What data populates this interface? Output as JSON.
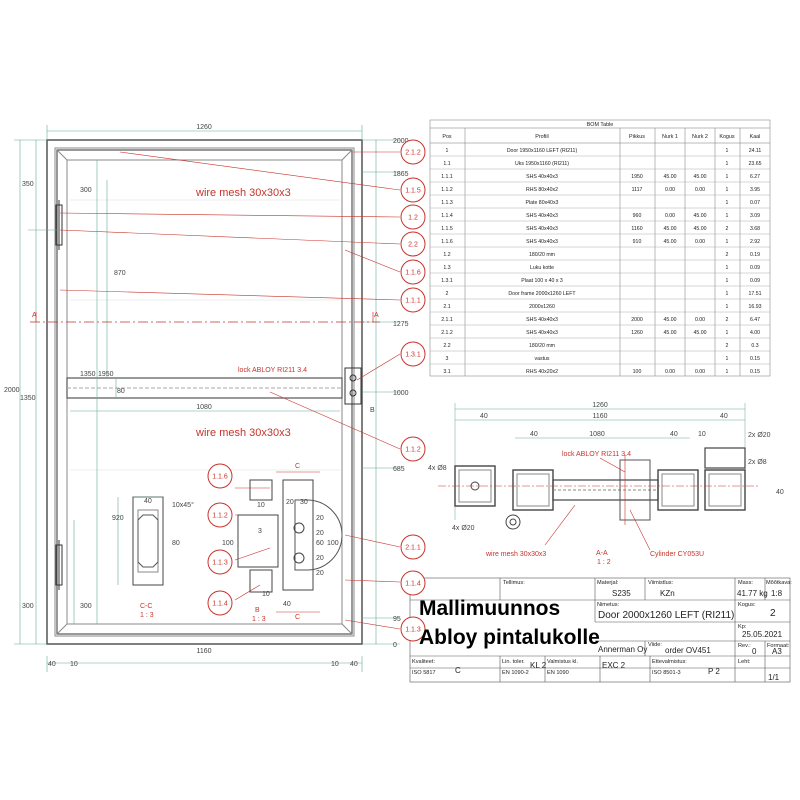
{
  "headline": {
    "line1": "Mallimuunnos",
    "line2": "Abloy pintalukolle"
  },
  "door_view": {
    "dims": {
      "top_width": "1260",
      "bottom_width": "1160",
      "mid_width": "1080",
      "right_top": "2000",
      "right_1865": "1865",
      "right_1275": "1275",
      "right_1000": "1000",
      "right_685": "685",
      "right_95": "95",
      "right_0": "0",
      "left_350": "350",
      "left_2000": "2000",
      "left_1350": "1350",
      "left_300": "300",
      "inner_300_top": "300",
      "inner_870": "870",
      "inner_1350": "1350",
      "inner_1950": "1950",
      "inner_80": "80",
      "inner_300_bottom": "300",
      "bottom_40_left": "40",
      "bottom_10_left": "10",
      "bottom_10_right": "10",
      "bottom_40_right": "40",
      "section_a_left": "A",
      "section_a_right": "A",
      "section_b": "B"
    },
    "labels": {
      "mesh_top": "wire mesh 30x30x3",
      "mesh_bottom": "wire mesh 30x30x3",
      "lock": "lock ABLOY RI211 3.4"
    },
    "bubbles": [
      "2.1.2",
      "1.1.5",
      "1.2",
      "2.2",
      "1.1.6",
      "1.1.1",
      "1.3.1",
      "1.1.2",
      "1.1.6",
      "1.1.2",
      "1.1.3",
      "1.1.4",
      "2.1.1",
      "1.1.4",
      "1.1.3"
    ]
  },
  "detail_cc": {
    "title": "C-C",
    "scale": "1 : 3",
    "dims": {
      "w40": "40",
      "chamfer": "10x45°",
      "h920": "920",
      "h80": "80"
    }
  },
  "detail_b": {
    "title": "B",
    "scale": "1 : 3",
    "dims": {
      "d10a": "10",
      "d3": "3",
      "d100": "100",
      "d10b": "10",
      "d40": "40",
      "d20a": "20",
      "d30": "30",
      "d20b": "20",
      "d20c": "20",
      "d60": "60",
      "d100r": "100",
      "d20d": "20",
      "d20e": "20",
      "c_top": "C",
      "c_bottom": "C"
    }
  },
  "section_aa": {
    "title": "A-A",
    "scale": "1 : 2",
    "dims": {
      "total": "1260",
      "d40a": "40",
      "d1160": "1160",
      "d40b": "40",
      "d40c": "40",
      "d1080": "1080",
      "d40d": "40",
      "d10": "10",
      "holes_right": "2x Ø20",
      "holes_right2": "2x Ø8",
      "holes_left": "4x Ø8",
      "hole_bottom": "4x Ø20",
      "d40_right": "40"
    },
    "labels": {
      "lock": "lock ABLOY RI211 3.4",
      "mesh": "wire mesh 30x30x3",
      "cylinder": "Cylinder CY053U"
    }
  },
  "bom": {
    "title": "BOM Table",
    "headers": [
      "Pos",
      "Profiil",
      "Pikkus",
      "Nurk 1",
      "Nurk 2",
      "Kogus",
      "Kaal"
    ],
    "rows": [
      [
        "1",
        "Door 1950x1160 LEFT (RI211)",
        "",
        "",
        "",
        "1",
        "24.11"
      ],
      [
        "1.1",
        "Uks 1950x1160 (RI211)",
        "",
        "",
        "",
        "1",
        "23.65"
      ],
      [
        "1.1.1",
        "SHS 40x40x3",
        "1950",
        "45.00",
        "45.00",
        "1",
        "6.27"
      ],
      [
        "1.1.2",
        "RHS 80x40x2",
        "1117",
        "0.00",
        "0.00",
        "1",
        "3.95"
      ],
      [
        "1.1.3",
        "Plate 80x40x3",
        "",
        "",
        "",
        "1",
        "0.07"
      ],
      [
        "1.1.4",
        "SHS 40x40x3",
        "960",
        "0.00",
        "45.00",
        "1",
        "3.09"
      ],
      [
        "1.1.5",
        "SHS 40x40x3",
        "1160",
        "45.00",
        "45.00",
        "2",
        "3.68"
      ],
      [
        "1.1.6",
        "SHS 40x40x3",
        "910",
        "45.00",
        "0.00",
        "1",
        "2.92"
      ],
      [
        "1.2",
        "180/20 mm",
        "",
        "",
        "",
        "2",
        "0.19"
      ],
      [
        "1.3",
        "Luku kotte",
        "",
        "",
        "",
        "1",
        "0.09"
      ],
      [
        "1.3.1",
        "Plaat 100 x 40 x 3",
        "",
        "",
        "",
        "1",
        "0.09"
      ],
      [
        "2",
        "Door frame 2000x1260 LEFT",
        "",
        "",
        "",
        "1",
        "17.51"
      ],
      [
        "2.1",
        "2000x1260",
        "",
        "",
        "",
        "1",
        "16.93"
      ],
      [
        "2.1.1",
        "SHS 40x40x3",
        "2000",
        "45.00",
        "0.00",
        "2",
        "6.47"
      ],
      [
        "2.1.2",
        "SHS 40x40x3",
        "1260",
        "45.00",
        "45.00",
        "1",
        "4.00"
      ],
      [
        "2.2",
        "180/20 mm",
        "",
        "",
        "",
        "2",
        "0.3"
      ],
      [
        "3",
        "vastus",
        "",
        "",
        "",
        "1",
        "0.15"
      ],
      [
        "3.1",
        "RHS 40x20x2",
        "100",
        "0.00",
        "0.00",
        "1",
        "0.15"
      ]
    ]
  },
  "title_block": {
    "tellimus_label": "Tellimus:",
    "materjal_label": "Materjal:",
    "materjal": "S235",
    "viimistlus_label": "Viimistlus:",
    "viimistlus": "KZn",
    "mass_label": "Mass:",
    "mass": "41.77 kg",
    "moot_label": "Mõõtkava:",
    "moot": "1:8",
    "nimetus_label": "Nimetus:",
    "nimetus": "Door 2000x1260 LEFT (RI211)",
    "kogus_label": "Kogus:",
    "kogus": "2",
    "kp_label": "Kp:",
    "kp": "25.05.2021",
    "company": "Annerman Oy",
    "order": "order OV451",
    "viide_label": "Viide:",
    "rev_label": "Rev.:",
    "rev": "0",
    "formaat_label": "Formaat:",
    "formaat": "A3",
    "kvaliteet_label": "Kvaliteet:",
    "kvaliteet": "ISO 5817",
    "kvaliteet_cls": "C",
    "lin_label": "Lin. toler.",
    "lin": "EN 1090-2",
    "lin_cls": "KL 2",
    "valmistus_label": "Valmistus kl.",
    "valmistus": "EN 1090",
    "valmistus_cls": "EXC 2",
    "ettevalm_label": "Ettevalmistus:",
    "ettevalm": "ISO 8501-3",
    "ettevalm_cls": "P 2",
    "leht_label": "Leht:",
    "leht": "1/1"
  }
}
